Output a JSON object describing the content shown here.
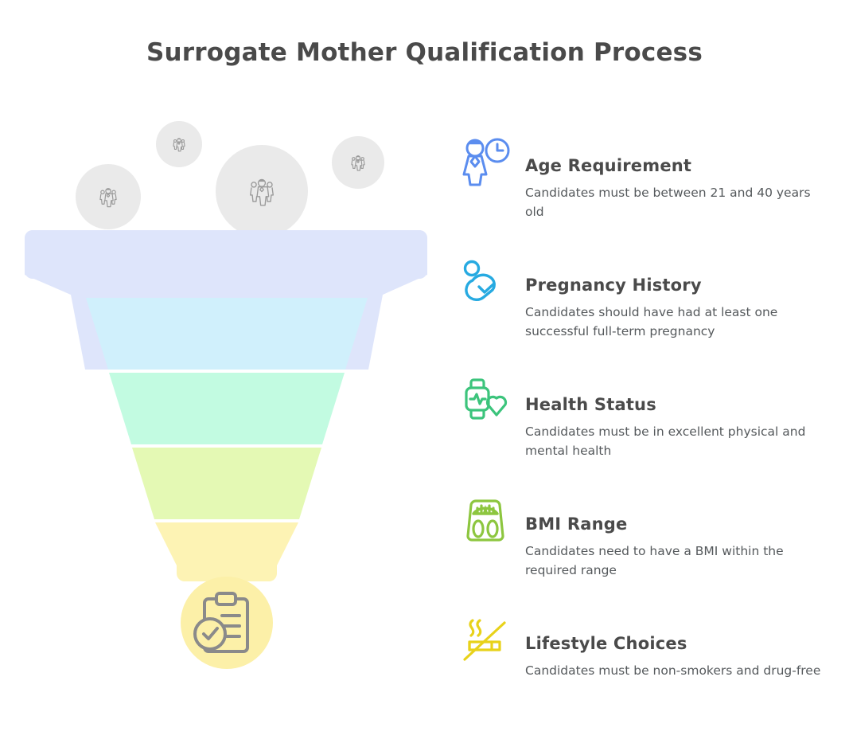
{
  "title": "Surrogate Mother Qualification Process",
  "colors": {
    "title_text": "#4a4a4a",
    "body_text": "#55595c",
    "funnel_band_1": "#dee5fb",
    "funnel_band_2": "#d0f0fc",
    "funnel_band_3": "#c2fbe1",
    "funnel_band_4": "#e4f9b4",
    "funnel_band_5": "#fdf3b4",
    "outcome_circle": "#fcf0a8",
    "outcome_icon": "#8a8a8a",
    "crowd_circle": "#eaeaea",
    "crowd_icon": "#9a9a9a",
    "accent_age": "#5b8def",
    "accent_pregnancy": "#27aae1",
    "accent_health": "#3cc47c",
    "accent_bmi": "#8dc63f",
    "accent_lifestyle": "#e8d21a"
  },
  "funnel": {
    "name": "qualification-funnel",
    "bands": [
      {
        "id": "band-age",
        "color": "#dee5fb"
      },
      {
        "id": "band-pregnancy",
        "color": "#d0f0fc"
      },
      {
        "id": "band-health",
        "color": "#c2fbe1"
      },
      {
        "id": "band-bmi",
        "color": "#e4f9b4"
      },
      {
        "id": "band-lifestyle",
        "color": "#fdf3b4"
      }
    ],
    "crowd_markers": [
      {
        "id": "crowd-1",
        "icon": "people-group-icon",
        "size": "medium"
      },
      {
        "id": "crowd-2",
        "icon": "people-group-icon",
        "size": "small"
      },
      {
        "id": "crowd-3",
        "icon": "people-group-icon",
        "size": "large"
      },
      {
        "id": "crowd-4",
        "icon": "people-group-icon",
        "size": "small"
      }
    ],
    "outcome": {
      "id": "funnel-outcome",
      "icon": "clipboard-check-icon"
    }
  },
  "items": [
    {
      "id": "age-requirement",
      "icon": "person-clock-icon",
      "color": "#5b8def",
      "title": "Age Requirement",
      "desc": "Candidates must be between 21 and 40 years old"
    },
    {
      "id": "pregnancy-history",
      "icon": "pregnancy-icon",
      "color": "#27aae1",
      "title": "Pregnancy History",
      "desc": "Candidates should have had at least one successful full-term pregnancy"
    },
    {
      "id": "health-status",
      "icon": "smartwatch-heart-icon",
      "color": "#3cc47c",
      "title": "Health Status",
      "desc": "Candidates must be in excellent physical and mental health"
    },
    {
      "id": "bmi-range",
      "icon": "weight-scale-icon",
      "color": "#8dc63f",
      "title": "BMI Range",
      "desc": "Candidates need to have a BMI within the required range"
    },
    {
      "id": "lifestyle-choices",
      "icon": "no-smoking-icon",
      "color": "#e8d21a",
      "title": "Lifestyle Choices",
      "desc": "Candidates must be non-smokers and drug-free"
    }
  ]
}
